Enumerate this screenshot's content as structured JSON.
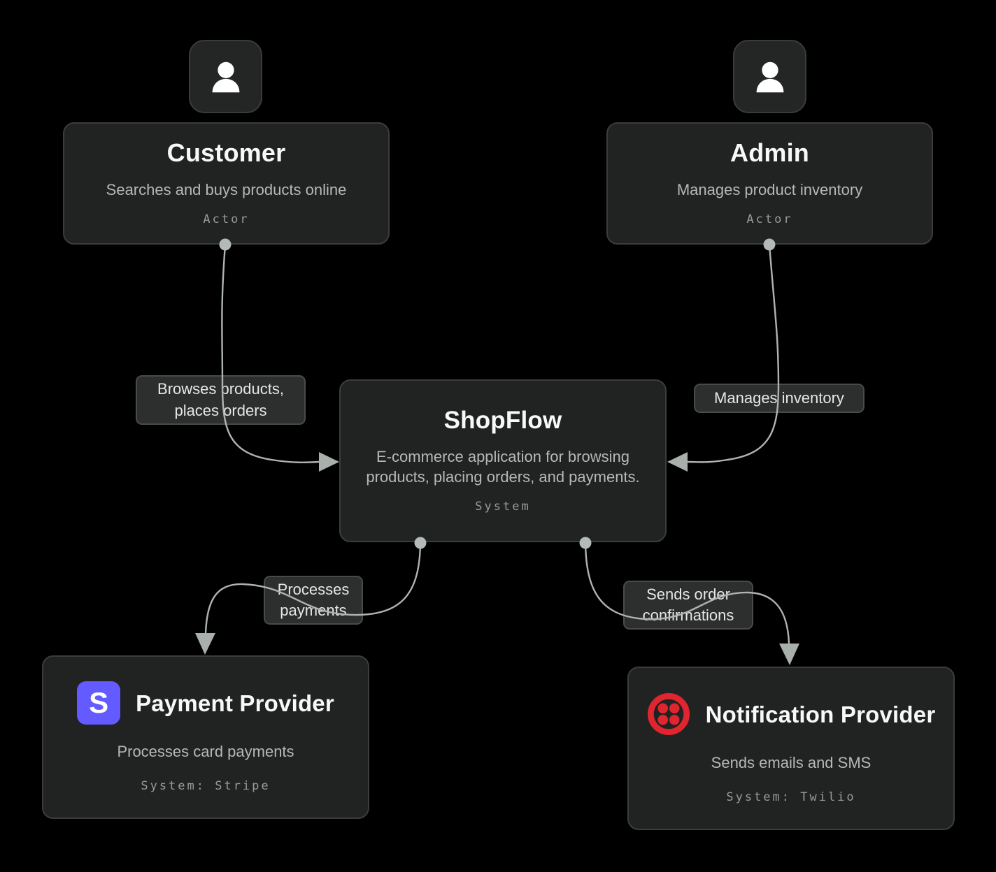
{
  "diagram_type": "system-context-diagram",
  "colors": {
    "background": "#000000",
    "node_fill": "#212222",
    "node_border": "#3b3d3d",
    "chip_fill": "#2d2f2f",
    "chip_border": "#494b4b",
    "edge_line": "#aeb4b0",
    "stripe_brand": "#635BFF",
    "twilio_brand": "#E1252F"
  },
  "nodes": {
    "customer": {
      "title": "Customer",
      "description": "Searches and buys products online",
      "tag": "Actor",
      "icon": "person-icon"
    },
    "admin": {
      "title": "Admin",
      "description": "Manages product inventory",
      "tag": "Actor",
      "icon": "person-icon"
    },
    "shopflow": {
      "title": "ShopFlow",
      "description": "E-commerce application for browsing products, placing orders, and payments.",
      "tag": "System"
    },
    "payment_provider": {
      "title": "Payment Provider",
      "description": "Processes card payments",
      "tag": "System: Stripe",
      "icon": "stripe-icon",
      "icon_letter": "S"
    },
    "notification_provider": {
      "title": "Notification Provider",
      "description": "Sends emails and SMS",
      "tag": "System: Twilio",
      "icon": "twilio-icon"
    }
  },
  "edges": [
    {
      "from": "Customer",
      "to": "ShopFlow",
      "lines": [
        "Browses products,",
        "places orders"
      ]
    },
    {
      "from": "Admin",
      "to": "ShopFlow",
      "lines": [
        "Manages inventory"
      ]
    },
    {
      "from": "ShopFlow",
      "to": "Payment Provider",
      "lines": [
        "Processes",
        "payments"
      ]
    },
    {
      "from": "ShopFlow",
      "to": "Notification Provider",
      "lines": [
        "Sends order",
        "confirmations"
      ]
    }
  ]
}
